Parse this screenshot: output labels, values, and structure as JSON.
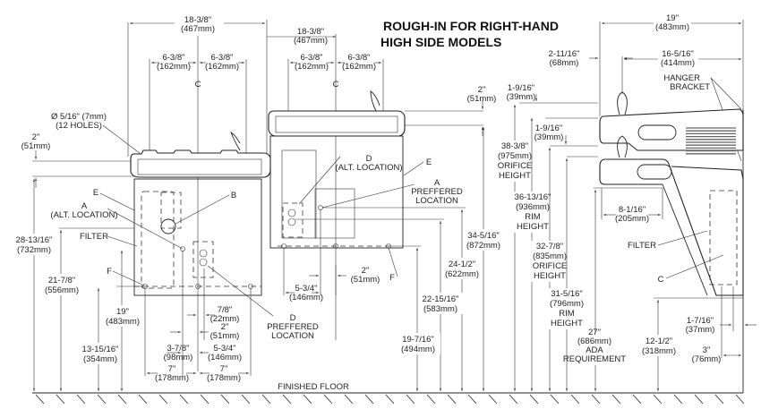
{
  "title": {
    "line1": "ROUGH-IN FOR RIGHT-HAND",
    "line2": "HIGH SIDE MODELS"
  },
  "front_view": {
    "overall_width": {
      "in": "18-3/8\"",
      "mm": "(467mm)"
    },
    "left_half": {
      "in": "6-3/8\"",
      "mm": "(162mm)"
    },
    "right_half": {
      "in": "6-3/8\"",
      "mm": "(162mm)"
    },
    "centerline": "C",
    "holes": {
      "line1": "Ø 5/16\" (7mm)",
      "line2": "(12 HOLES)"
    },
    "top_offset": {
      "in": "2\"",
      "mm": "(51mm)"
    },
    "label_e": "E",
    "label_a": {
      "line1": "A",
      "line2": "(ALT. LOCATION)"
    },
    "label_b": "B",
    "filter": "FILTER",
    "label_f": "F",
    "label_d": {
      "line1": "D",
      "line2": "PREFFERED",
      "line3": "LOCATION"
    },
    "h_28": {
      "in": "28-13/16\"",
      "mm": "(732mm)"
    },
    "h_21": {
      "in": "21-7/8\"",
      "mm": "(556mm)"
    },
    "h_19": {
      "in": "19\"",
      "mm": "(483mm)"
    },
    "h_13": {
      "in": "13-15/16\"",
      "mm": "(354mm)"
    },
    "d_7_8": {
      "in": "7/8\"",
      "mm": "(22mm)"
    },
    "d_2": {
      "in": "2\"",
      "mm": "(51mm)"
    },
    "d_3_7_8": {
      "in": "3-7/8\"",
      "mm": "(98mm)"
    },
    "d_5_3_4": {
      "in": "5-3/4\"",
      "mm": "(146mm)"
    },
    "d_7_left": {
      "in": "7\"",
      "mm": "(178mm)"
    },
    "d_7_right": {
      "in": "7\"",
      "mm": "(178mm)"
    }
  },
  "upper_view": {
    "overall_width": {
      "in": "18-3/8\"",
      "mm": "(467mm)"
    },
    "left_half": {
      "in": "6-3/8\"",
      "mm": "(162mm)"
    },
    "right_half": {
      "in": "6-3/8\"",
      "mm": "(162mm)"
    },
    "centerline": "C",
    "top_offset": {
      "in": "2\"",
      "mm": "(51mm)"
    },
    "label_d": {
      "line1": "D",
      "line2": "(ALT. LOCATION)"
    },
    "label_e": "E",
    "label_a": {
      "line1": "A",
      "line2": "PREFFERED",
      "line3": "LOCATION"
    },
    "label_f": "F",
    "d_5_3_4": {
      "in": "5-3/4\"",
      "mm": "(146mm)"
    },
    "d_2": {
      "in": "2\"",
      "mm": "(51mm)"
    },
    "h_34": {
      "in": "34-5/16\"",
      "mm": "(872mm)"
    },
    "h_24": {
      "in": "24-1/2\"",
      "mm": "(622mm)"
    },
    "h_22": {
      "in": "22-15/16\"",
      "mm": "(583mm)"
    },
    "h_19": {
      "in": "19-7/16\"",
      "mm": "(494mm)"
    }
  },
  "side_view": {
    "overall_depth": {
      "in": "19\"",
      "mm": "(483mm)"
    },
    "bubbler_depth": {
      "in": "16-5/16\"",
      "mm": "(414mm)"
    },
    "bubbler_offset": {
      "in": "2-11/16\"",
      "mm": "(68mm)"
    },
    "hanger_bracket": {
      "line1": "HANGER",
      "line2": "BRACKET"
    },
    "upper_orifice_offset": {
      "in": "1-9/16\"",
      "mm": "(39mm)"
    },
    "lower_orifice_offset": {
      "in": "1-9/16\"",
      "mm": "(39mm)"
    },
    "upper_orifice": {
      "in": "38-3/8\"",
      "mm": "(975mm)",
      "l1": "ORIFICE",
      "l2": "HEIGHT"
    },
    "upper_rim": {
      "in": "36-13/16\"",
      "mm": "(936mm)",
      "l1": "RIM",
      "l2": "HEIGHT"
    },
    "lower_orifice": {
      "in": "32-7/8\"",
      "mm": "(835mm)",
      "l1": "ORIFICE",
      "l2": "HEIGHT"
    },
    "lower_rim": {
      "in": "31-5/16\"",
      "mm": "(796mm)",
      "l1": "RIM",
      "l2": "HEIGHT"
    },
    "ada": {
      "in": "27\"",
      "mm": "(686mm)",
      "l1": "ADA",
      "l2": "REQUIREMENT"
    },
    "knee_depth": {
      "in": "8-1/16\"",
      "mm": "(205mm)"
    },
    "filter": "FILTER",
    "label_c": "C",
    "knee_height": {
      "in": "12-1/2\"",
      "mm": "(318mm)"
    },
    "wall_offset_small": {
      "in": "1-7/16\"",
      "mm": "(37mm)"
    },
    "wall_offset_large": {
      "in": "3\"",
      "mm": "(76mm)"
    }
  },
  "floor_label": "FINISHED FLOOR"
}
